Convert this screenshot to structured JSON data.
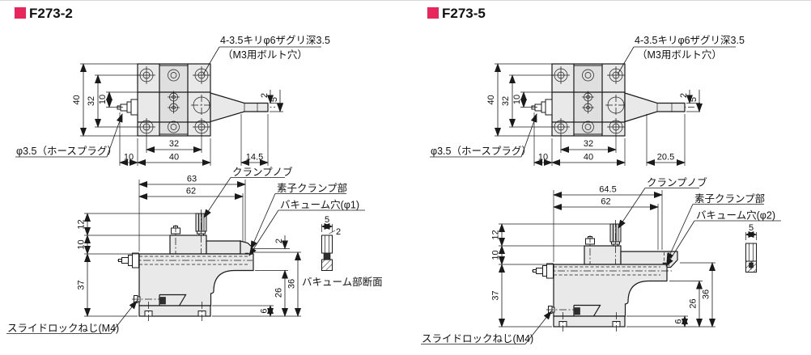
{
  "page": {
    "accent": "#e8265c",
    "line_color": "#1a1a1a"
  },
  "products": [
    {
      "title": "F273-2",
      "top_view": {
        "dims": {
          "height": "40",
          "hole_span_v": "32",
          "center_offset": "10",
          "tip_thin": "2",
          "tip_wide": "5",
          "hole_span_h": "32",
          "plug_offset": "10",
          "width": "40",
          "arm_reach": "14.5"
        },
        "callout_line1": "4-3.5キリφ6ザグリ深3.5",
        "callout_line2": "（M3用ボルト穴）",
        "hose_plug_label": "φ3.5（ホースプラグ）"
      },
      "side_view": {
        "dims": {
          "total_width": "63",
          "body_width": "62",
          "knob_height": "12",
          "block_height": "10",
          "body_height": "37",
          "tip_offset": "2",
          "right_height": "36",
          "step_height": "26",
          "base_height": "6"
        },
        "labels": {
          "clamp_knob": "クランプノブ",
          "element_clamp": "素子クランプ部",
          "vacuum_hole": "バキューム穴(φ1)",
          "slide_lock": "スライドロックねじ(M4)"
        }
      },
      "section_detail": {
        "dims": {
          "width": "5",
          "hole": "2"
        },
        "label": "バキューム部断面"
      }
    },
    {
      "title": "F273-5",
      "top_view": {
        "dims": {
          "height": "40",
          "hole_span_v": "32",
          "center_offset": "10",
          "tip_thin": "2",
          "tip_wide": "5",
          "hole_span_h": "32",
          "plug_offset": "10",
          "width": "40",
          "arm_reach": "20.5"
        },
        "callout_line1": "4-3.5キリφ6ザグリ深3.5",
        "callout_line2": "（M3用ボルト穴）",
        "hose_plug_label": "φ3.5（ホースプラグ）"
      },
      "side_view": {
        "dims": {
          "total_width": "64.5",
          "body_width": "62",
          "knob_height": "12",
          "block_height": "10",
          "body_height": "37",
          "right_height": "36",
          "step_height": "26",
          "base_height": "6"
        },
        "labels": {
          "clamp_knob": "クランプノブ",
          "element_clamp": "素子クランプ部",
          "vacuum_hole": "バキューム穴(φ2)",
          "slide_lock": "スライドロックねじ(M4)"
        }
      },
      "section_detail": {
        "dims": {
          "width": "5"
        }
      }
    }
  ]
}
